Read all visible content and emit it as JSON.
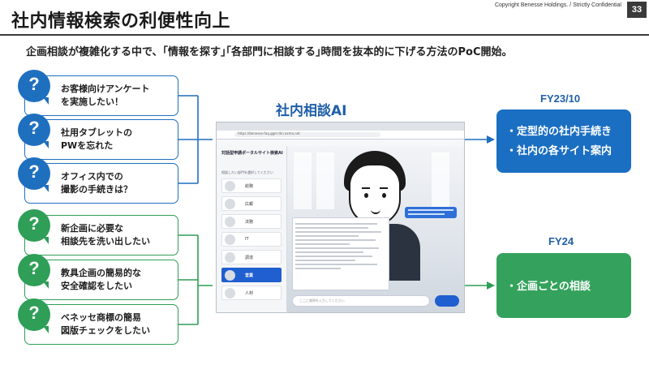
{
  "header": {
    "title": "社内情報検索の利便性向上",
    "copyright": "Copyright  Benesse Holdings. / Strictly Confidential",
    "page_number": "33"
  },
  "subtitle": "企画相談が複雑化する中で、｢情報を探す｣｢各部門に相談する｣時間を抜本的に下げる方法のPoC開始。",
  "questions_blue": [
    {
      "line1": "お客様向けアンケート",
      "line2": "を実施したい！"
    },
    {
      "line1": "社用タブレットの",
      "line2": "PWを忘れた"
    },
    {
      "line1": "オフィス内での",
      "line2": "撮影の手続きは？"
    }
  ],
  "questions_green": [
    {
      "line1": "新企画に必要な",
      "line2": "相談先を洗い出したい"
    },
    {
      "line1": "教具企画の簡易的な",
      "line2": "安全確認をしたい"
    },
    {
      "line1": "ベネッセ商標の簡易",
      "line2": "図版チェックをしたい"
    }
  ],
  "question_mark": "?",
  "ai": {
    "label": "社内相談AI",
    "screenshot": {
      "header": "対話型申請ポータルサイト検索AI",
      "hint": "相談したい部門を選択してください",
      "url": "https://benesse-faq.ggm.tkn.azma.net",
      "input_placeholder": "ここに質問を入力してください",
      "departments": [
        "総務",
        "広報",
        "法務",
        "IT",
        "調達",
        "営業",
        "人材"
      ],
      "active_department": "営業"
    }
  },
  "outcomes": [
    {
      "period": "FY23/10",
      "items": [
        "・定型的の社内手続き",
        "・社内の各サイト案内"
      ],
      "color": "#1b6fc2"
    },
    {
      "period": "FY24",
      "items": [
        "・企画ごとの相談"
      ],
      "color": "#34a25c"
    }
  ],
  "colors": {
    "blue": "#1f6fbf",
    "green": "#2f9e57",
    "title_blue": "#1f5fa8"
  }
}
